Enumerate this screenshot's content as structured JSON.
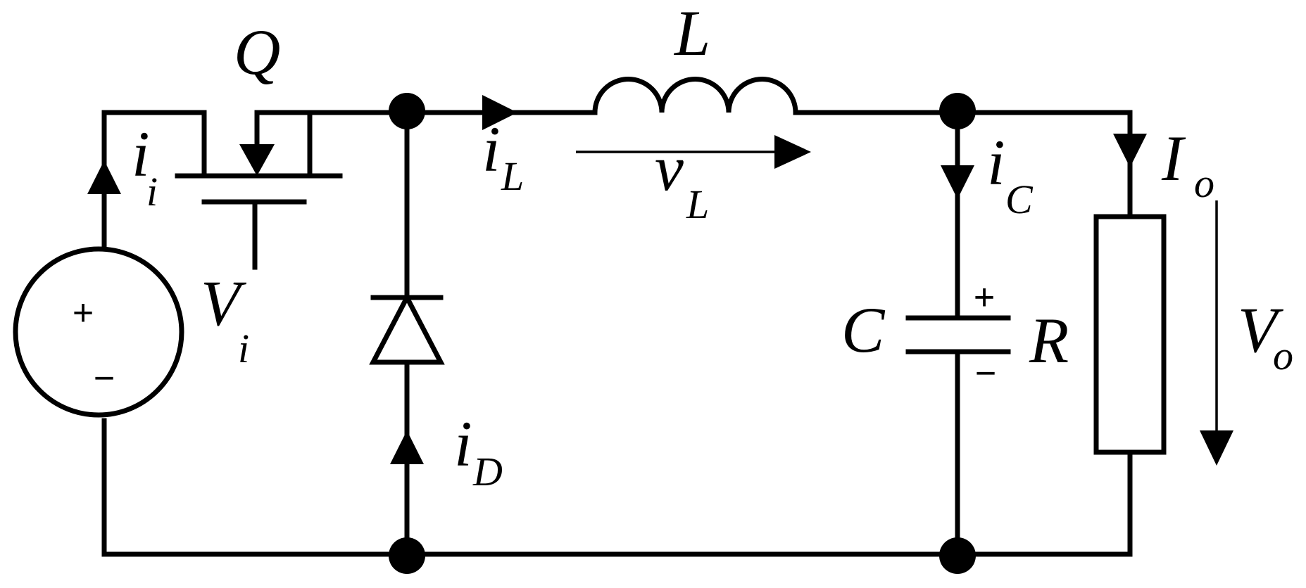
{
  "components": {
    "switch": {
      "label": "Q"
    },
    "inductor": {
      "label": "L"
    },
    "capacitor": {
      "label": "C",
      "plus": "+",
      "minus": "−"
    },
    "resistor": {
      "label": "R"
    },
    "source": {
      "label": "V",
      "sub": "i",
      "plus": "+",
      "minus": "−"
    },
    "diode": {
      "label": ""
    }
  },
  "currents": {
    "input": {
      "label": "i",
      "sub": "i"
    },
    "inductor": {
      "label": "i",
      "sub": "L"
    },
    "diode": {
      "label": "i",
      "sub": "D"
    },
    "capacitor": {
      "label": "i",
      "sub": "C"
    },
    "output": {
      "label": "I",
      "sub": "o"
    }
  },
  "voltages": {
    "inductor": {
      "label": "v",
      "sub": "L"
    },
    "output": {
      "label": "V",
      "sub": "o"
    }
  },
  "colors": {
    "ink": "#000000",
    "background": "#ffffff"
  }
}
